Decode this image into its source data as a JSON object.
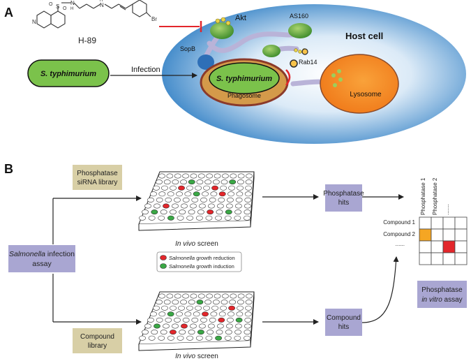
{
  "panelA": {
    "label": "A",
    "drug": "H-89",
    "host": "Host cell",
    "akt": "Akt",
    "as160": "AS160",
    "sopb": "SopB",
    "rab14": "Rab14",
    "bacterium_ext": "S. typhimurium",
    "infection": "Infection",
    "bacterium_int": "S. typhimurium",
    "phagosome": "Phagosome",
    "lysosome": "Lysosome",
    "br": "Br",
    "o1": "O",
    "o2": "O",
    "s": "S",
    "nh": "N",
    "h1": "H",
    "n2": "N",
    "h2": "H",
    "n3": "N"
  },
  "panelB": {
    "label": "B",
    "sirna_1": "Phosphatase",
    "sirna_2": "siRNA library",
    "assay_italic": "Salmonella",
    "assay_1": " infection",
    "assay_2": "assay",
    "compound_lib_1": "Compound",
    "compound_lib_2": "library",
    "screen1_italic": "In vivo",
    "screen1": " screen",
    "screen2_italic": "In vivo",
    "screen2": " screen",
    "legend_red_italic": "Salmonella",
    "legend_red": " growth reduction",
    "legend_green_italic": "Salmonella",
    "legend_green": " growth induction",
    "phos_hits_1": "Phosphatase",
    "phos_hits_2": "hits",
    "comp_hits_1": "Compound",
    "comp_hits_2": "hits",
    "col1": "Phosphatase 1",
    "col2": "Phosphatase 2",
    "col_dots": ".......",
    "row1": "Compound 1",
    "row2": "Compound 2",
    "row_dots": "......",
    "invitro_1": "Phosphatase",
    "invitro_2": "in vitro",
    "invitro_3": " assay"
  },
  "colors": {
    "hitbox": "#a9a6d2",
    "librarybox": "#d8cfa6",
    "red": "#e3262b",
    "green": "#3aa845",
    "orange": "#f5a623",
    "host": "#2f83c9",
    "lysosome": "#f68b1f"
  }
}
